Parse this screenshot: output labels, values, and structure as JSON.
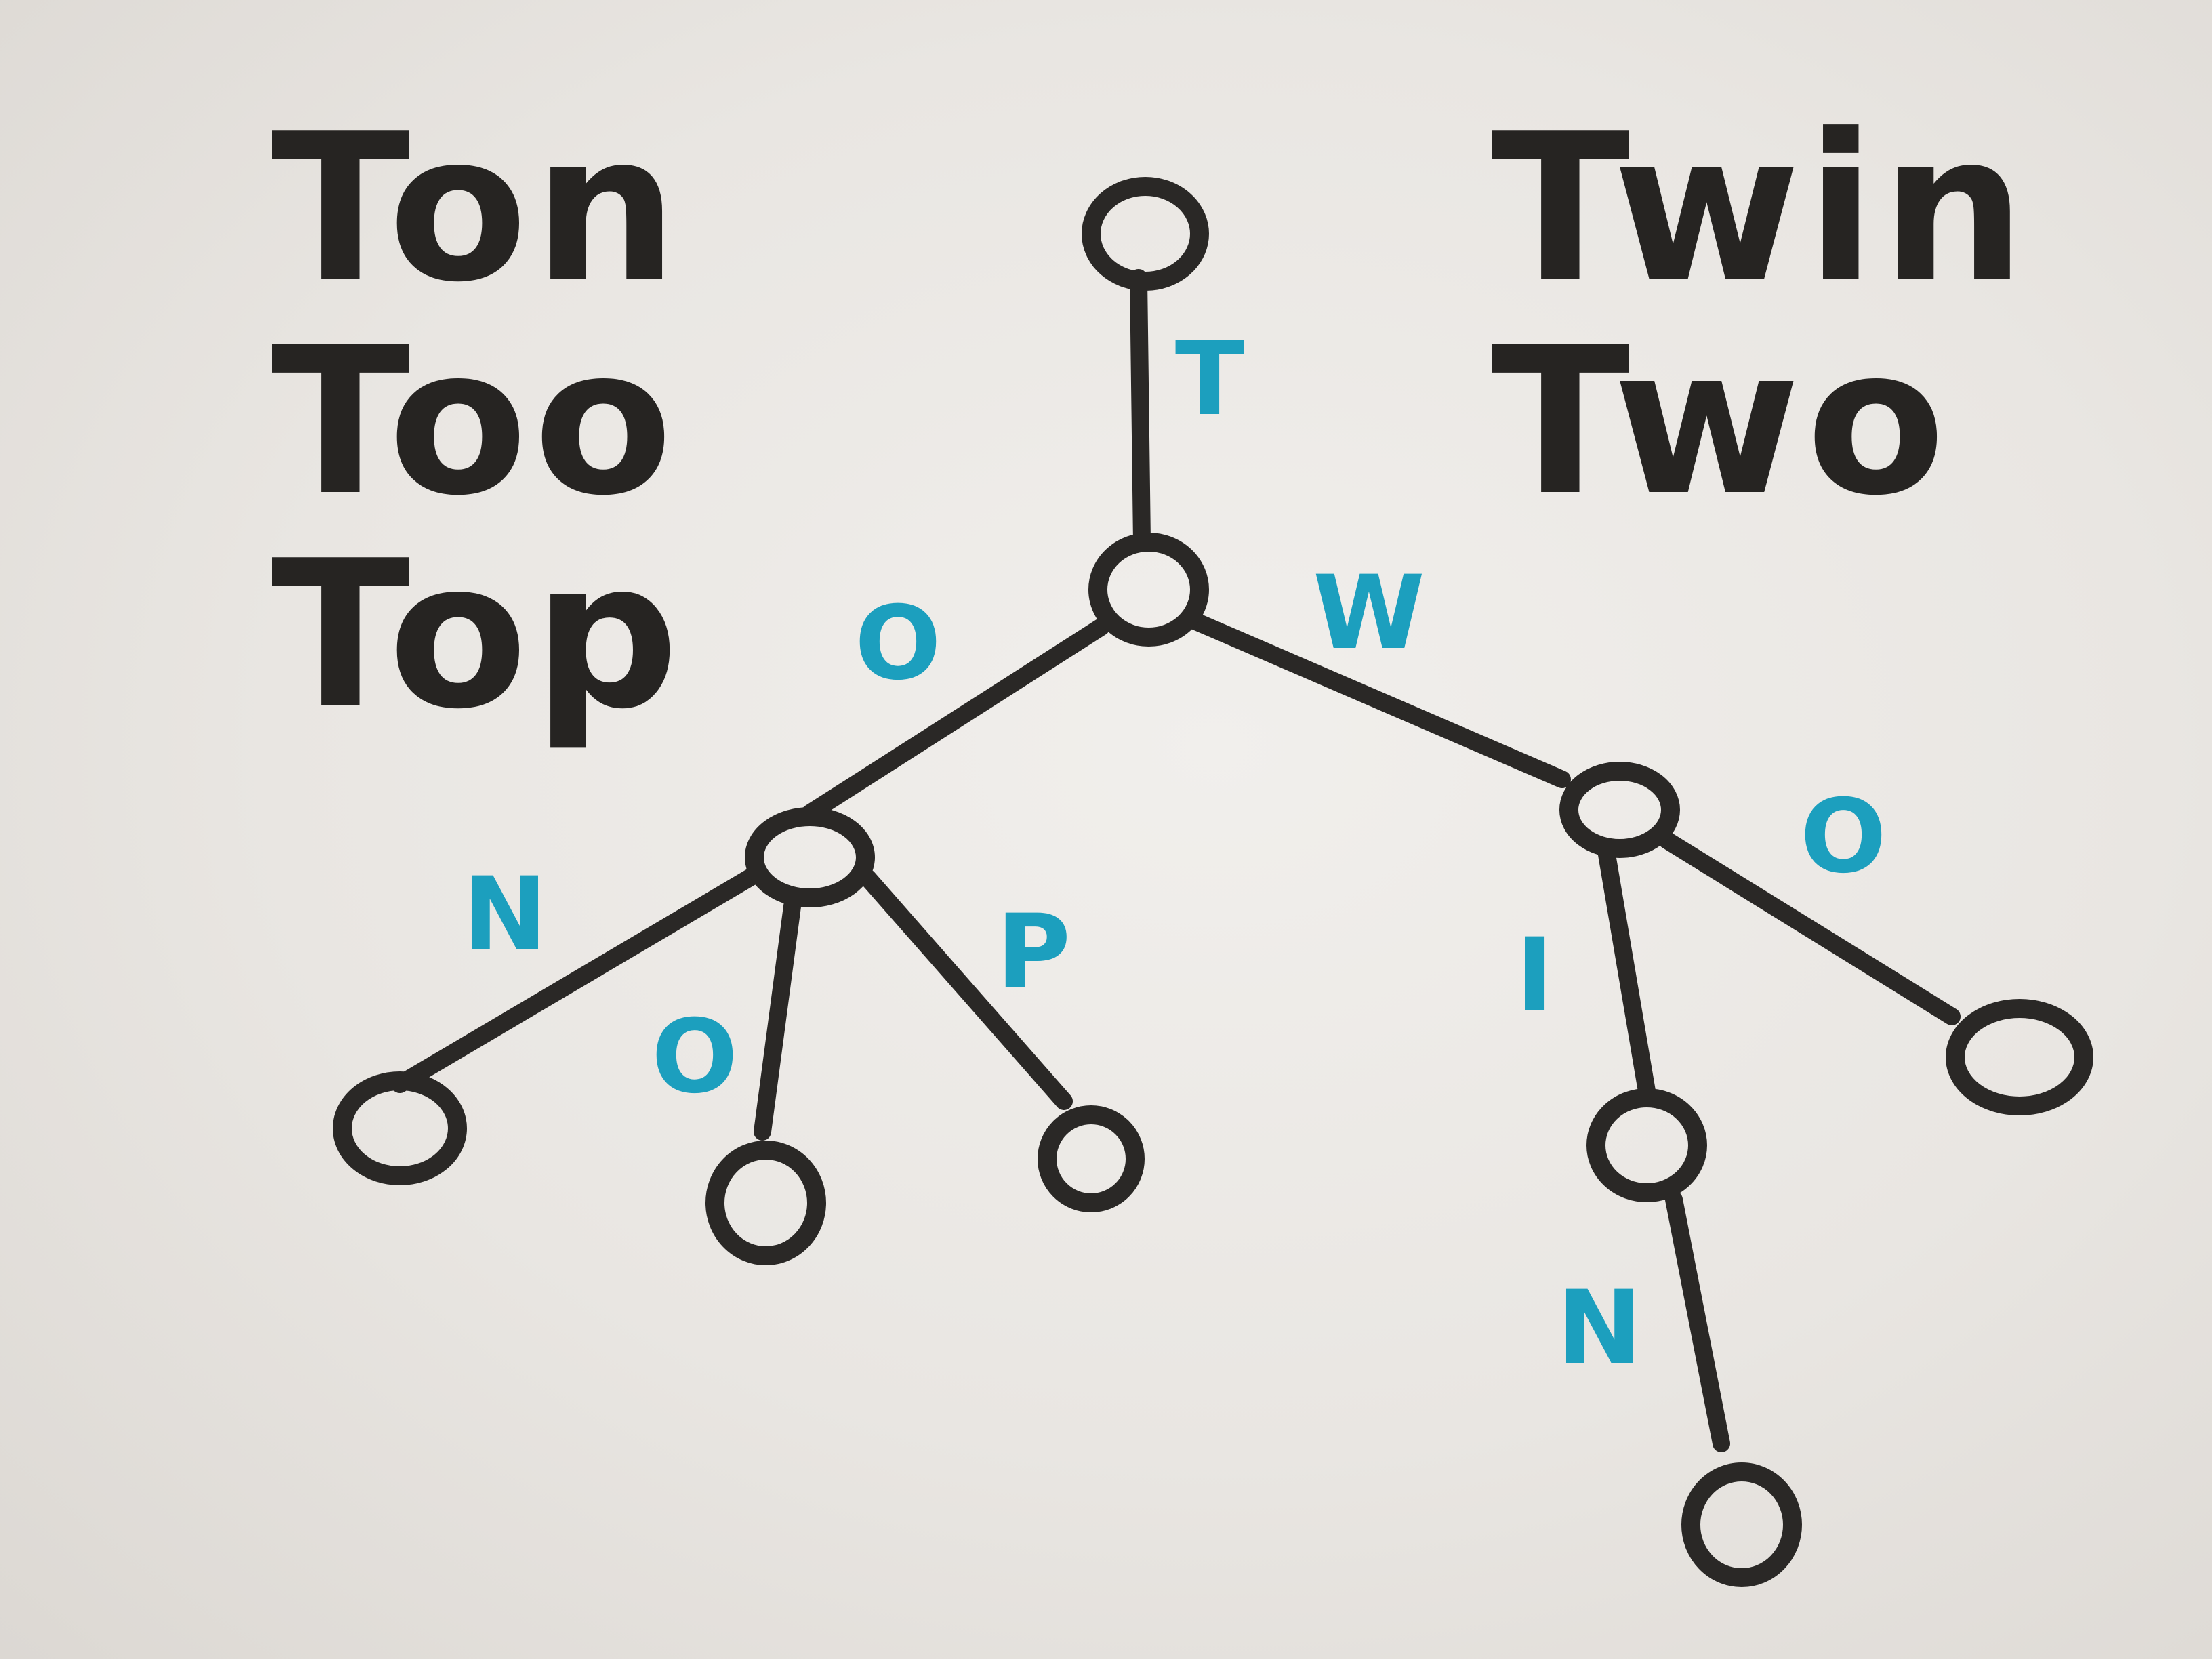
{
  "left_words": [
    "Ton",
    "Too",
    "Top"
  ],
  "right_words": [
    "Twin",
    "Two"
  ],
  "trie": {
    "edge_labels": {
      "root_t": "T",
      "t_o": "O",
      "t_w": "W",
      "to_n": "N",
      "to_o": "O",
      "to_p": "P",
      "tw_i": "I",
      "tw_o": "O",
      "twi_n": "N"
    }
  },
  "colors": {
    "marker_black": "#2a2826",
    "marker_blue": "#1c9fbe",
    "board": "#ece9e5"
  }
}
